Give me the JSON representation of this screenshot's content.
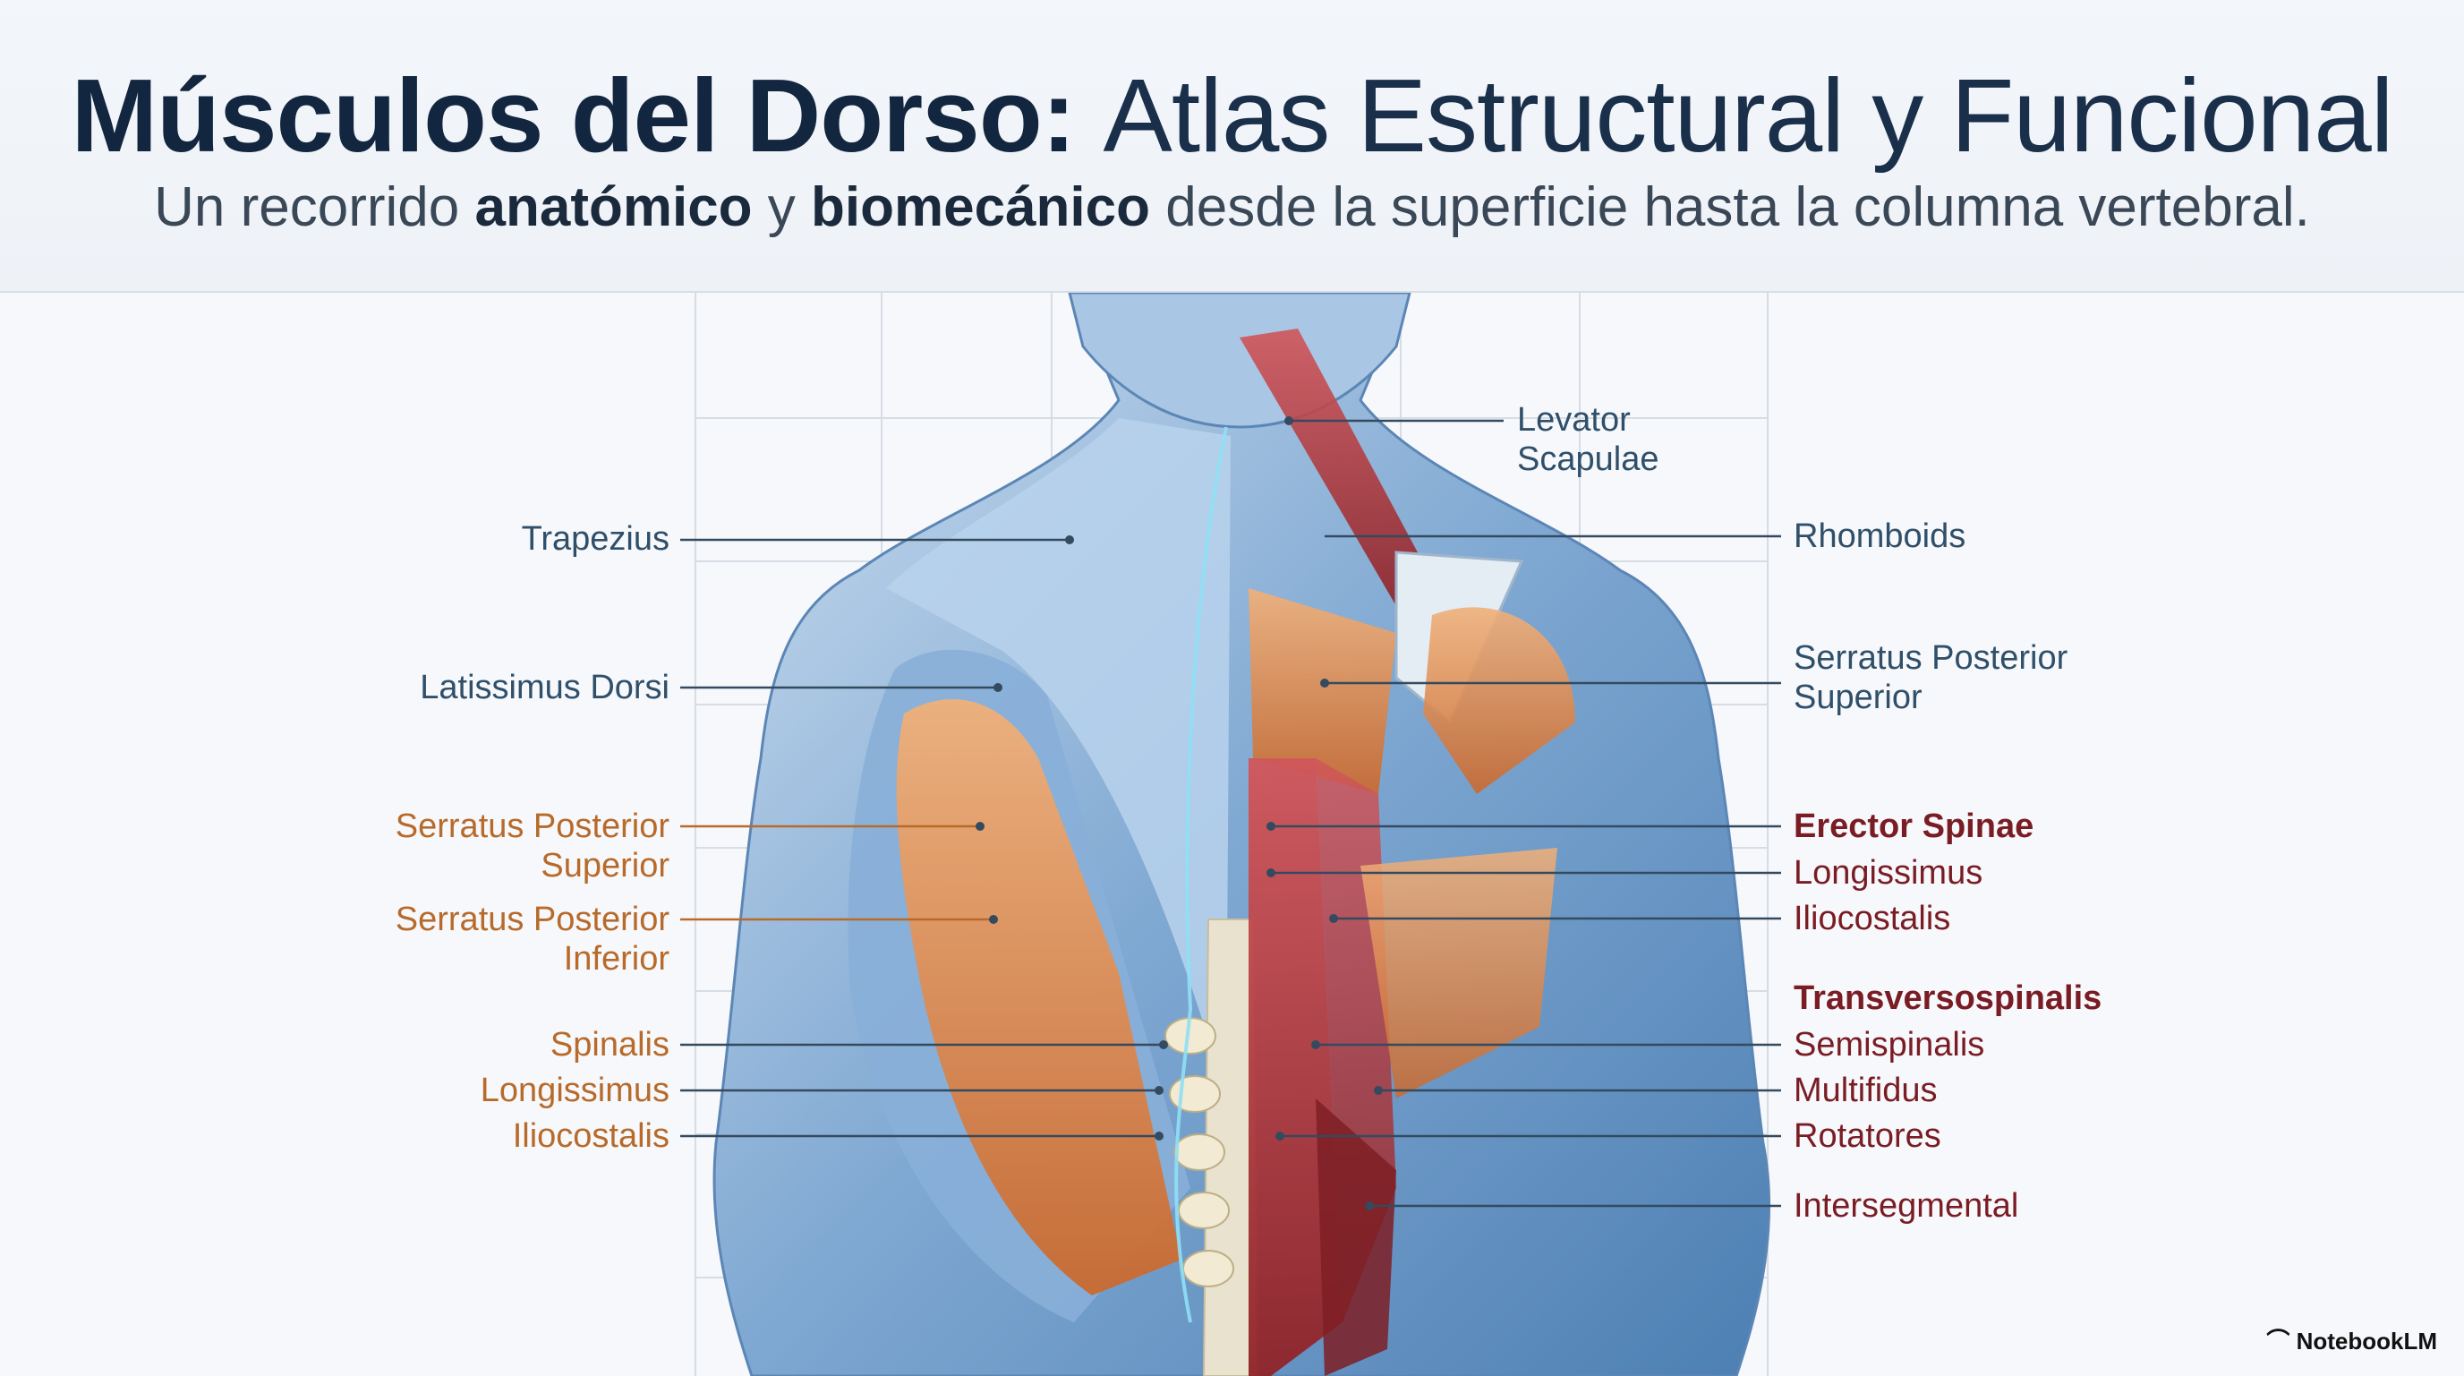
{
  "title_bold": "Músculos del Dorso:",
  "title_rest": "Atlas Estructural y Funcional",
  "subtitle": {
    "pre": "Un recorrido",
    "b1": "anatómico",
    "mid": "y",
    "b2": "biomecánico",
    "post": "desde la superficie hasta la columna vertebral."
  },
  "labels": {
    "left": {
      "trapezius": "Trapezius",
      "latissimus": "Latissimus Dorsi",
      "sps_1": "Serratus Posterior",
      "sps_2": "Superior",
      "spi_1": "Serratus Posterior",
      "spi_2": "Inferior",
      "spinalis": "Spinalis",
      "longissimus": "Longissimus",
      "iliocostalis": "Iliocostalis"
    },
    "right": {
      "levator_1": "Levator",
      "levator_2": "Scapulae",
      "rhomboids": "Rhomboids",
      "sps_1": "Serratus Posterior",
      "sps_2": "Superior",
      "erector": "Erector Spinae",
      "longissimus": "Longissimus",
      "iliocostalis": "Iliocostalis",
      "transverso": "Transversospinalis",
      "semispinalis": "Semispinalis",
      "multifidus": "Multifidus",
      "rotatores": "Rotatores",
      "intersegmental": "Intersegmental"
    }
  },
  "brand": "NotebookLM",
  "colors": {
    "title": "#12263f",
    "blue_label": "#2f4f6a",
    "orange_label": "#b86a2a",
    "red_label": "#7a1c24",
    "muscle_blue": "#6f9fcf",
    "muscle_orange": "#d9854a",
    "muscle_red": "#b2363a"
  }
}
